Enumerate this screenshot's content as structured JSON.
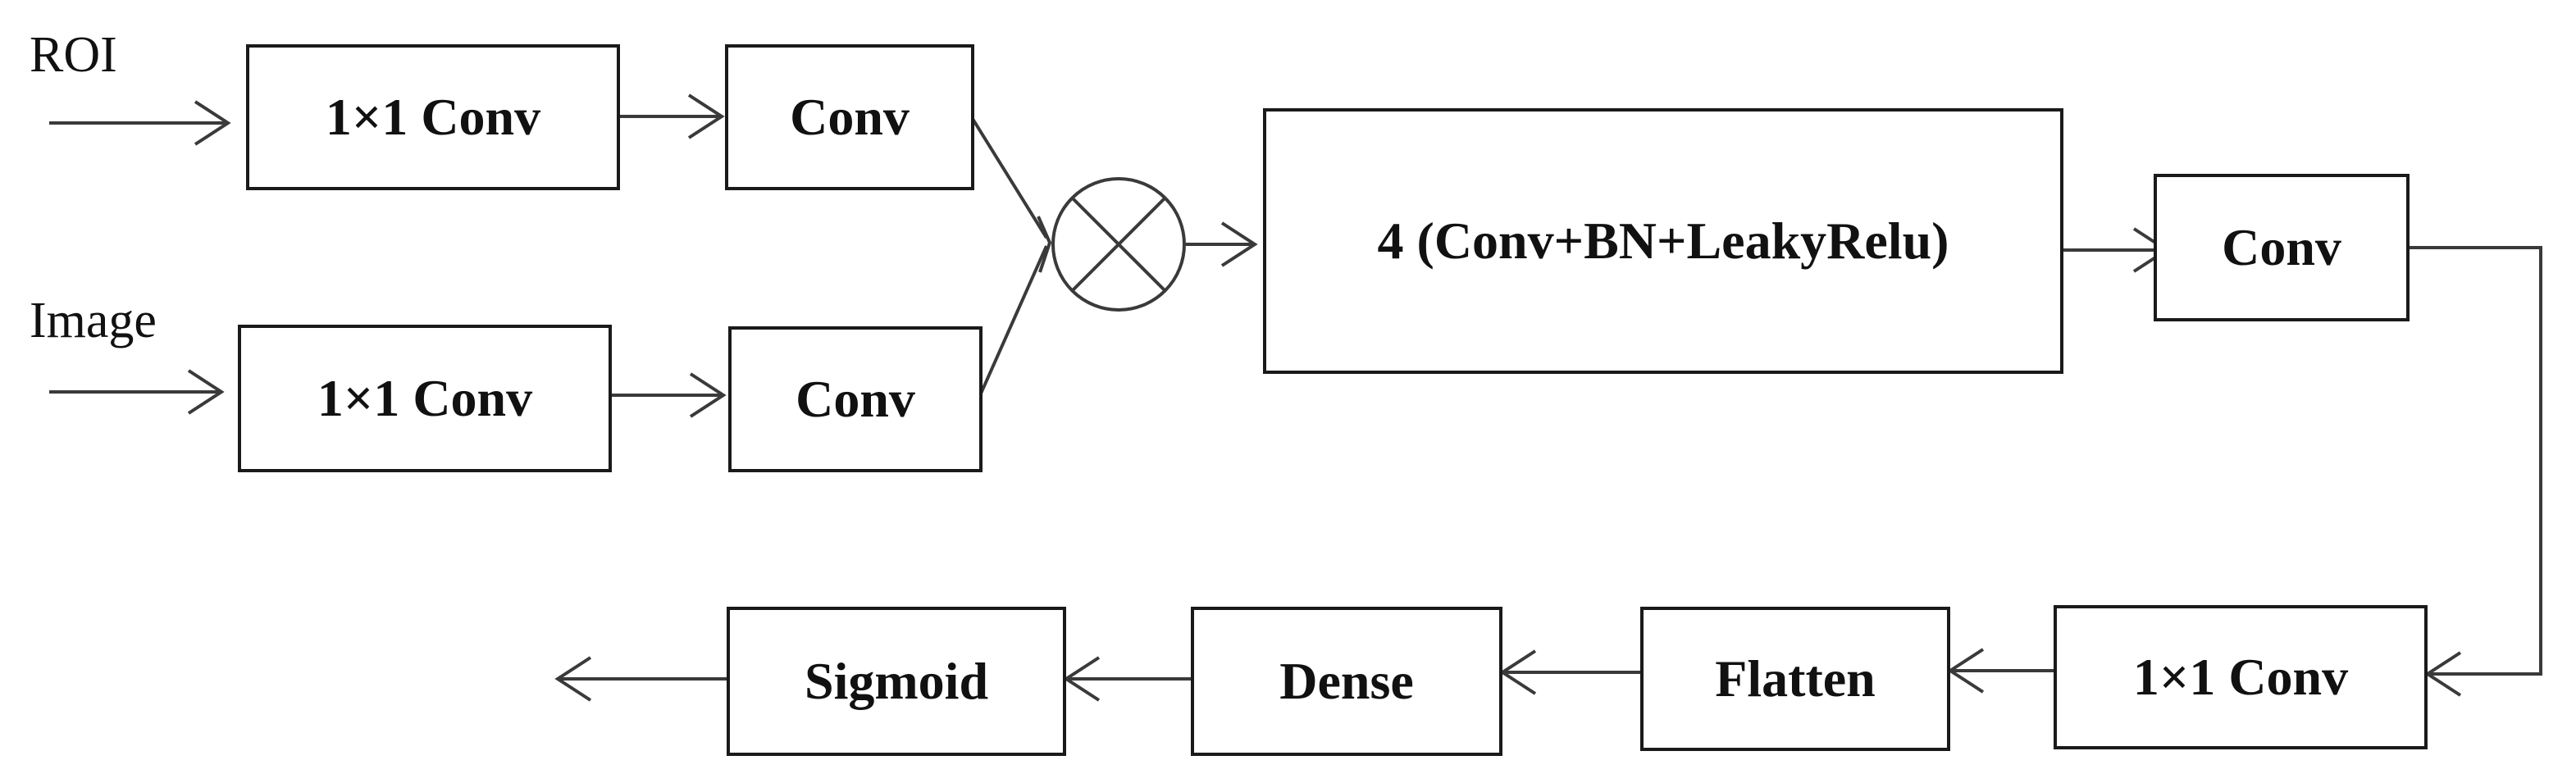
{
  "inputs": {
    "roi": "ROI",
    "image": "Image"
  },
  "blocks": {
    "roi_conv1x1": "1×1 Conv",
    "roi_conv": "Conv",
    "image_conv1x1": "1×1 Conv",
    "image_conv": "Conv",
    "conv_bn_leakyrelu": "4 (Conv+BN+LeakyRelu)",
    "conv": "Conv",
    "bottom_conv1x1": "1×1 Conv",
    "flatten": "Flatten",
    "dense": "Dense",
    "sigmoid": "Sigmoid"
  },
  "icons": {
    "fusion": "multiply-circle-icon"
  },
  "colors": {
    "stroke": "#1a1a1a",
    "text": "#111111",
    "background": "#ffffff"
  }
}
